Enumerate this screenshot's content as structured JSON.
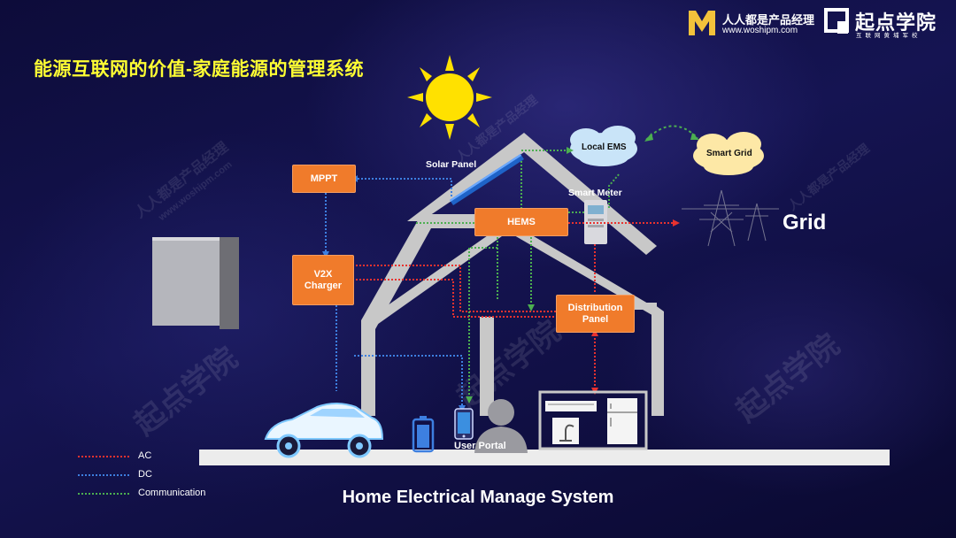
{
  "title": "能源互联网的价值-家庭能源的管理系统",
  "branding": {
    "site_name": "人人都是产品经理",
    "site_url": "www.woshipm.com",
    "academy_name": "起点学院",
    "academy_tagline": "互联网黄埔军校"
  },
  "watermarks": {
    "woshipm_text": "人人都是产品经理",
    "woshipm_url": "www.woshipm.com",
    "academy_text": "起点学院"
  },
  "components": {
    "mppt": "MPPT",
    "v2x_line1": "V2X",
    "v2x_line2": "Charger",
    "hems": "HEMS",
    "distribution_line1": "Distribution",
    "distribution_line2": "Panel"
  },
  "labels": {
    "solar_panel": "Solar Panel",
    "smart_meter": "Smart Meter",
    "local_ems": "Local EMS",
    "smart_grid": "Smart Grid",
    "grid": "Grid",
    "user_portal": "User Portal"
  },
  "legend": [
    {
      "label": "AC",
      "color": "#e8322f"
    },
    {
      "label": "DC",
      "color": "#3d7fe0"
    },
    {
      "label": "Communication",
      "color": "#4caf50"
    }
  ],
  "footer": "Home Electrical Manage System",
  "colors": {
    "accent": "#f07b2b",
    "title": "#ffff33",
    "sun": "#ffe100"
  }
}
